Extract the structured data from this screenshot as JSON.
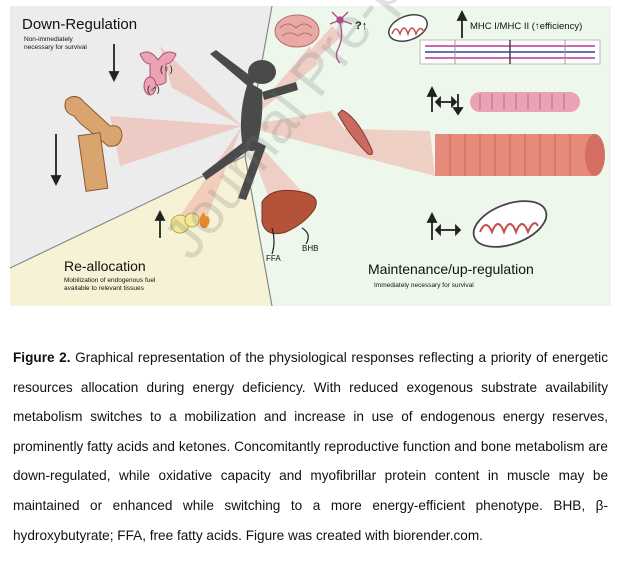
{
  "panel": {
    "down_regulation": {
      "title": "Down-Regulation",
      "subtitle_line1": "Non-immediately",
      "subtitle_line2": "necessary for survival"
    },
    "reallocation": {
      "title": "Re-allocation",
      "subtitle_line1": "Mobilization of endogenous fuel",
      "subtitle_line2": "available to  relevant tissues"
    },
    "maintenance": {
      "title": "Maintenance/up-regulation",
      "subtitle": "Immediately necessary for survival"
    },
    "labels": {
      "female_symbol": "(♀)",
      "male_symbol": "(♂)",
      "question_up": "?↑",
      "mhc_ratio": "MHC I/MHC II (↑efficiency)",
      "ffa": "FFA",
      "bhb": "BHB"
    },
    "colors": {
      "down_bg": "#ececec",
      "realloc_bg": "#f6f2d6",
      "maint_bg": "#eef7ec",
      "beam": "#f0b0a6",
      "muscle": "#e68a7c",
      "liver": "#b5533a",
      "runner": "#4a4a4a"
    }
  },
  "caption": {
    "label": "Figure 2.",
    "text": " Graphical representation of the physiological responses reflecting a priority of energetic resources allocation during energy deficiency. With reduced exogenous substrate availability metabolism switches to a mobilization and increase in use of endogenous energy reserves, prominently fatty acids and ketones. Concomitantly reproductive function and bone metabolism are down-regulated, while oxidative capacity and myofibrillar protein content in muscle may be maintained or enhanced while switching to a more energy-efficient phenotype. BHB, β-hydroxybutyrate; FFA, free fatty acids. Figure was created with biorender.com."
  },
  "watermark": "Journal Pre-proof"
}
